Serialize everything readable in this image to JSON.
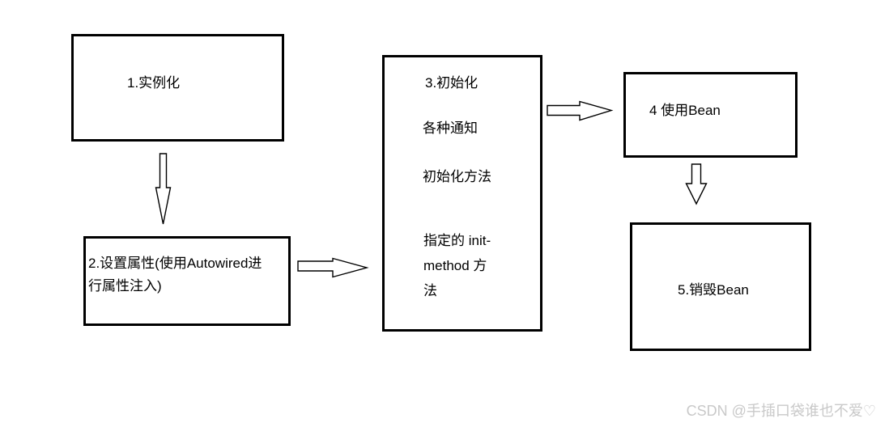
{
  "diagram": {
    "background": "#ffffff",
    "line_color": "#000000",
    "boxes": [
      {
        "step": 1,
        "label": "1.实例化"
      },
      {
        "step": 2,
        "lines": [
          "2.设置属性(使用Autowired进",
          "行属性注入)"
        ]
      },
      {
        "step": 3,
        "title": "3.初始化",
        "notes": [
          "各种通知",
          "初始化方法"
        ],
        "wrapped_note": [
          "指定的 init-",
          "method 方",
          "法"
        ]
      },
      {
        "step": 4,
        "label": "4 使用Bean"
      },
      {
        "step": 5,
        "label": "5.销毁Bean"
      }
    ],
    "arrows": [
      {
        "from": 1,
        "to": 2,
        "direction": "down"
      },
      {
        "from": 2,
        "to": 3,
        "direction": "right"
      },
      {
        "from": 3,
        "to": 4,
        "direction": "right"
      },
      {
        "from": 4,
        "to": 5,
        "direction": "down"
      }
    ]
  },
  "watermark": {
    "text": "CSDN @手插口袋谁也不爱♡",
    "color": "#c9c9c9"
  }
}
